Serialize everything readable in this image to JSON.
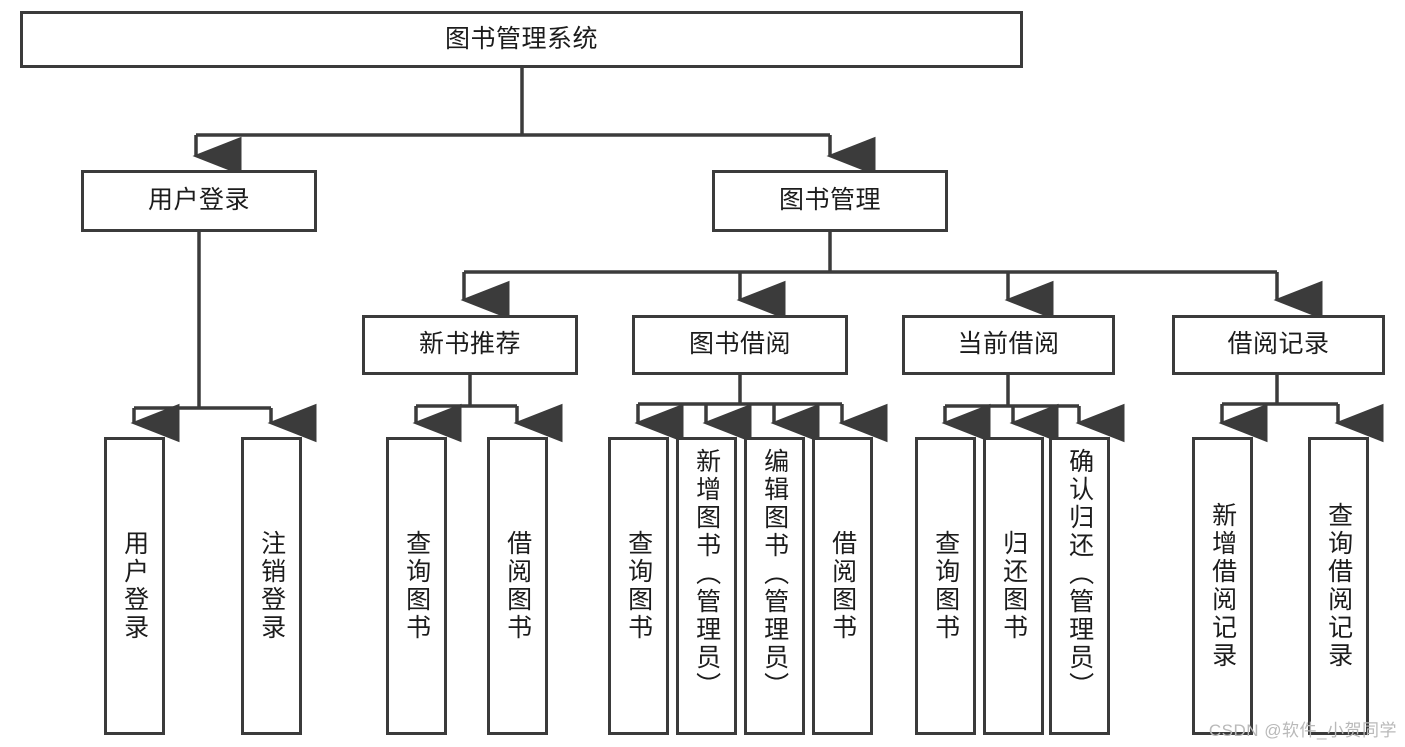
{
  "diagram": {
    "type": "tree-hierarchy",
    "title": "图书管理系统",
    "watermark": "CSDN @软件_小贺同学",
    "colors": {
      "stroke": "#3b3b3b",
      "fill": "#ffffff",
      "text": "#1c1c1c",
      "watermark": "#b9b9b9"
    },
    "nodes": {
      "root": {
        "label": "图书管理系统"
      },
      "level1": [
        {
          "id": "user-login",
          "label": "用户登录"
        },
        {
          "id": "book-manage",
          "label": "图书管理"
        }
      ],
      "level2": [
        {
          "id": "new-book-rec",
          "label": "新书推荐"
        },
        {
          "id": "book-borrow",
          "label": "图书借阅"
        },
        {
          "id": "current-borrow",
          "label": "当前借阅"
        },
        {
          "id": "borrow-record",
          "label": "借阅记录"
        }
      ],
      "leaves": {
        "user-login": [
          {
            "id": "leaf-user-login",
            "label": "用户登录"
          },
          {
            "id": "leaf-logout",
            "label": "注销登录"
          }
        ],
        "new-book-rec": [
          {
            "id": "leaf-query-book-1",
            "label": "查询图书"
          },
          {
            "id": "leaf-borrow-book-1",
            "label": "借阅图书"
          }
        ],
        "book-borrow": [
          {
            "id": "leaf-query-book-2",
            "label": "查询图书"
          },
          {
            "id": "leaf-add-book",
            "label": "新增图书（管理员）"
          },
          {
            "id": "leaf-edit-book",
            "label": "编辑图书（管理员）"
          },
          {
            "id": "leaf-borrow-book-2",
            "label": "借阅图书"
          }
        ],
        "current-borrow": [
          {
            "id": "leaf-query-book-3",
            "label": "查询图书"
          },
          {
            "id": "leaf-return-book",
            "label": "归还图书"
          },
          {
            "id": "leaf-confirm-return",
            "label": "确认归还（管理员）"
          }
        ],
        "borrow-record": [
          {
            "id": "leaf-add-record",
            "label": "新增借阅记录"
          },
          {
            "id": "leaf-query-record",
            "label": "查询借阅记录"
          }
        ]
      }
    }
  }
}
